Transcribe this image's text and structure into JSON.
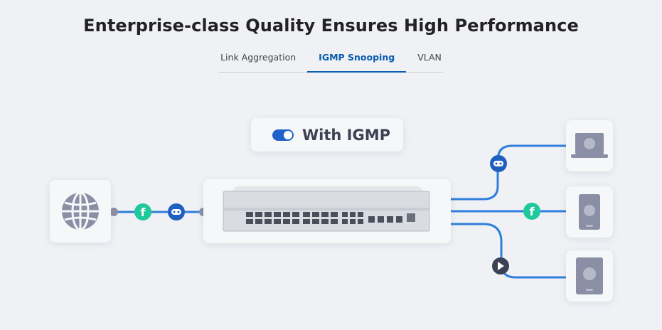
{
  "page": {
    "title": "Enterprise-class Quality Ensures High Performance"
  },
  "tabs": [
    {
      "label": "Link Aggregation",
      "active": false
    },
    {
      "label": "IGMP Snooping",
      "active": true
    },
    {
      "label": "VLAN",
      "active": false
    }
  ],
  "diagram": {
    "toggle_label": "With IGMP",
    "toggle_state": "on",
    "source_icon": "globe-icon",
    "inbound_flows": [
      "facebook-icon",
      "gamepad-icon"
    ],
    "switch_icon": "network-switch-image",
    "outbound": [
      {
        "flow_icon": "gamepad-icon",
        "device": "laptop-icon",
        "device_glyph": "gamepad-icon"
      },
      {
        "flow_icon": "facebook-icon",
        "device": "tablet-icon",
        "device_glyph": "facebook-icon"
      },
      {
        "flow_icon": "play-icon",
        "device": "tablet-icon",
        "device_glyph": "play-icon"
      }
    ]
  },
  "colors": {
    "accent": "#0b5cad",
    "line_blue": "#2f7fdc",
    "facebook_green": "#1fc99c",
    "gamepad_blue": "#1f5fbf",
    "play_dark": "#3c4153",
    "background": "#eff1f5"
  }
}
